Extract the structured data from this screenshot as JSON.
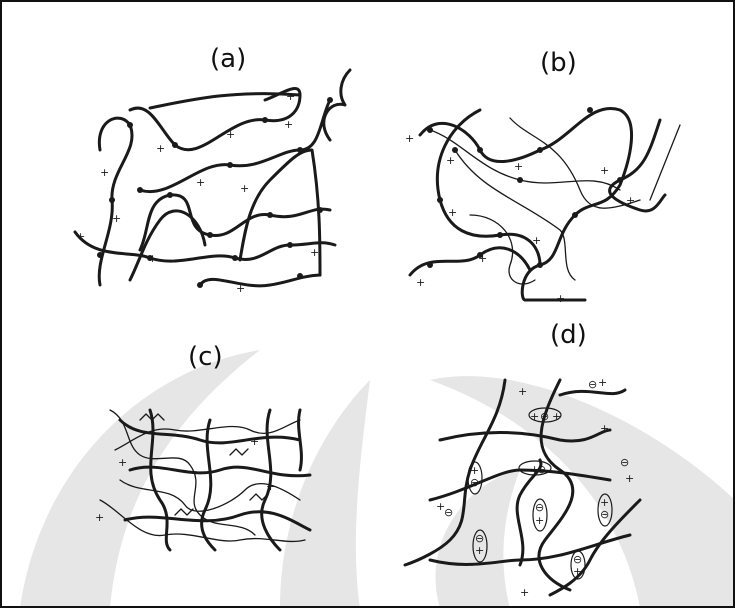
{
  "panels": {
    "a": {
      "label": "(a)"
    },
    "b": {
      "label": "(b)"
    },
    "c": {
      "label": "(c)"
    },
    "d": {
      "label": "(d)"
    }
  },
  "symbols": {
    "cation": "+",
    "anion": "⊖"
  }
}
